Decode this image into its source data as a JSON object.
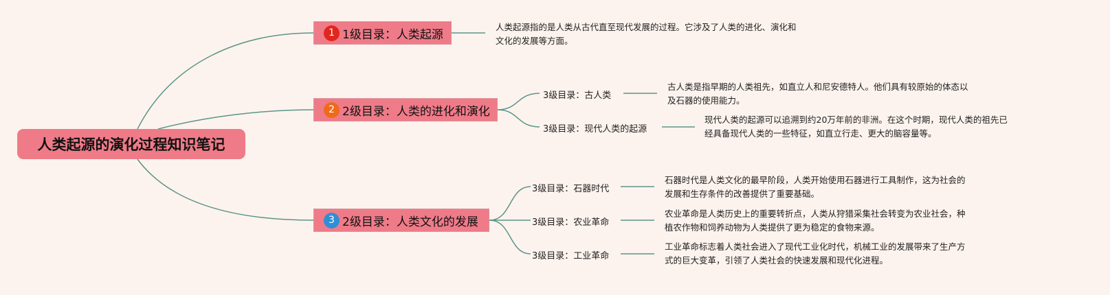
{
  "root": {
    "title": "人类起源的演化过程知识笔记"
  },
  "branches": [
    {
      "number": "1",
      "badge_color": "#e0271d",
      "label": "1级目录：人类起源",
      "description": [
        "人类起源指的是人类从古代直至现代发展的过程。它涉及了人类的进化、演化和",
        "文化的发展等方面。"
      ]
    },
    {
      "number": "2",
      "badge_color": "#ef6a1a",
      "label": "2级目录：人类的进化和演化",
      "children": [
        {
          "label": "3级目录：古人类",
          "description": [
            "古人类是指早期的人类祖先，如直立人和尼安德特人。他们具有较原始的体态以",
            "及石器的使用能力。"
          ]
        },
        {
          "label": "3级目录：现代人类的起源",
          "description": [
            "现代人类的起源可以追溯到约20万年前的非洲。在这个时期，现代人类的祖先已",
            "经具备现代人类的一些特征，如直立行走、更大的脑容量等。"
          ]
        }
      ]
    },
    {
      "number": "3",
      "badge_color": "#2e8fd6",
      "label": "2级目录：人类文化的发展",
      "children": [
        {
          "label": "3级目录：石器时代",
          "description": [
            "石器时代是人类文化的最早阶段，人类开始使用石器进行工具制作，这为社会的",
            "发展和生存条件的改善提供了重要基础。"
          ]
        },
        {
          "label": "3级目录：农业革命",
          "description": [
            "农业革命是人类历史上的重要转折点，人类从狩猎采集社会转变为农业社会，种",
            "植农作物和饲养动物为人类提供了更为稳定的食物来源。"
          ]
        },
        {
          "label": "3级目录：工业革命",
          "description": [
            "工业革命标志着人类社会进入了现代工业化时代，机械工业的发展带来了生产方",
            "式的巨大变革，引领了人类社会的快速发展和现代化进程。"
          ]
        }
      ]
    }
  ],
  "colors": {
    "line": "#5a9488",
    "node": "#ef7b88",
    "background": "#fdf3ee"
  }
}
